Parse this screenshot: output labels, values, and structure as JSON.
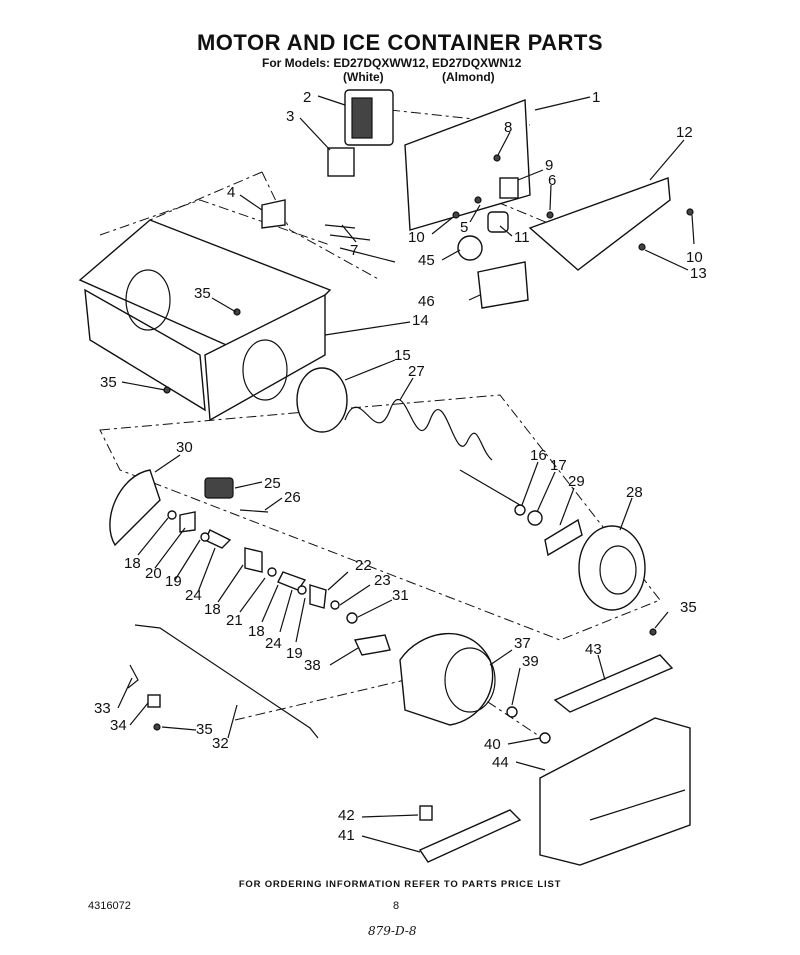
{
  "header": {
    "title": "MOTOR AND ICE CONTAINER PARTS",
    "models": "For Models: ED27DQXWW12, ED27DQXWN12",
    "color_white": "(White)",
    "color_almond": "(Almond)"
  },
  "callouts": [
    {
      "id": "c1",
      "text": "1"
    },
    {
      "id": "c2",
      "text": "2"
    },
    {
      "id": "c3",
      "text": "3"
    },
    {
      "id": "c4",
      "text": "4"
    },
    {
      "id": "c5",
      "text": "5"
    },
    {
      "id": "c6",
      "text": "6"
    },
    {
      "id": "c7",
      "text": "7"
    },
    {
      "id": "c8",
      "text": "8"
    },
    {
      "id": "c9",
      "text": "9"
    },
    {
      "id": "c10a",
      "text": "10"
    },
    {
      "id": "c10b",
      "text": "10"
    },
    {
      "id": "c11",
      "text": "11"
    },
    {
      "id": "c12",
      "text": "12"
    },
    {
      "id": "c13",
      "text": "13"
    },
    {
      "id": "c14",
      "text": "14"
    },
    {
      "id": "c15",
      "text": "15"
    },
    {
      "id": "c16",
      "text": "16"
    },
    {
      "id": "c17",
      "text": "17"
    },
    {
      "id": "c18a",
      "text": "18"
    },
    {
      "id": "c18b",
      "text": "18"
    },
    {
      "id": "c18c",
      "text": "18"
    },
    {
      "id": "c19a",
      "text": "19"
    },
    {
      "id": "c19b",
      "text": "19"
    },
    {
      "id": "c20",
      "text": "20"
    },
    {
      "id": "c21",
      "text": "21"
    },
    {
      "id": "c22",
      "text": "22"
    },
    {
      "id": "c23",
      "text": "23"
    },
    {
      "id": "c24a",
      "text": "24"
    },
    {
      "id": "c24b",
      "text": "24"
    },
    {
      "id": "c25",
      "text": "25"
    },
    {
      "id": "c26",
      "text": "26"
    },
    {
      "id": "c27",
      "text": "27"
    },
    {
      "id": "c28",
      "text": "28"
    },
    {
      "id": "c29",
      "text": "29"
    },
    {
      "id": "c30",
      "text": "30"
    },
    {
      "id": "c31",
      "text": "31"
    },
    {
      "id": "c32",
      "text": "32"
    },
    {
      "id": "c33",
      "text": "33"
    },
    {
      "id": "c34",
      "text": "34"
    },
    {
      "id": "c35a",
      "text": "35"
    },
    {
      "id": "c35b",
      "text": "35"
    },
    {
      "id": "c35c",
      "text": "35"
    },
    {
      "id": "c35d",
      "text": "35"
    },
    {
      "id": "c37",
      "text": "37"
    },
    {
      "id": "c38",
      "text": "38"
    },
    {
      "id": "c39",
      "text": "39"
    },
    {
      "id": "c40",
      "text": "40"
    },
    {
      "id": "c41",
      "text": "41"
    },
    {
      "id": "c42",
      "text": "42"
    },
    {
      "id": "c43",
      "text": "43"
    },
    {
      "id": "c44",
      "text": "44"
    },
    {
      "id": "c45",
      "text": "45"
    },
    {
      "id": "c46",
      "text": "46"
    }
  ],
  "footer": {
    "ordering_note": "FOR ORDERING INFORMATION REFER TO PARTS PRICE LIST",
    "doc_number": "4316072",
    "page_number": "8",
    "handwritten_note": "879-D-8"
  }
}
